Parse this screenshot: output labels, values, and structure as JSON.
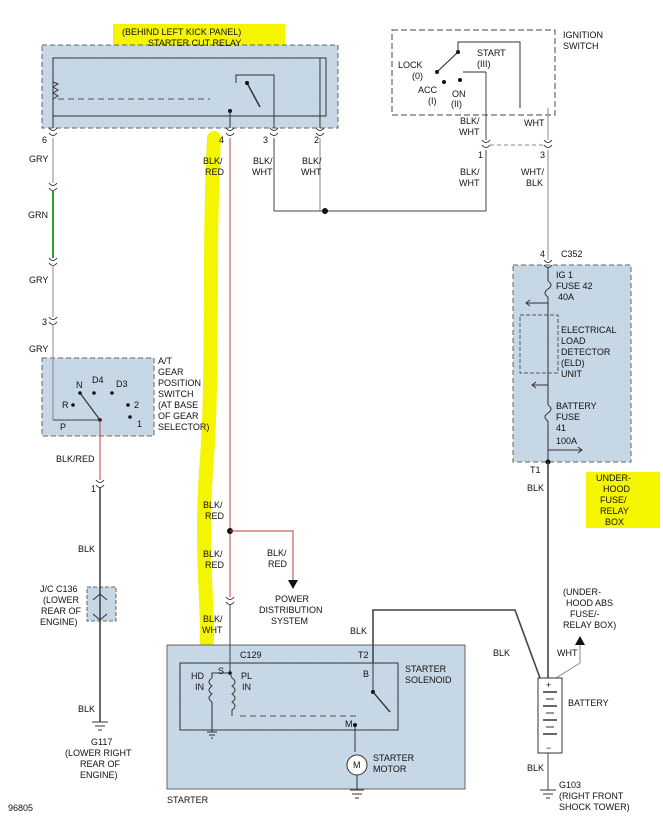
{
  "callouts": {
    "kick_panel": "(BEHIND LEFT KICK PANEL)",
    "relay_title": "STARTER CUT RELAY",
    "underhood_box": [
      "UNDER-",
      "HOOD",
      "FUSE/",
      "RELAY",
      "BOX"
    ]
  },
  "ignition": {
    "title": [
      "IGNITION",
      "SWITCH"
    ],
    "lock": "LOCK",
    "lock_num": "(0)",
    "acc": "ACC",
    "acc_num": "(I)",
    "on": "ON",
    "on_num": "(II)",
    "start": "START",
    "start_num": "(III)"
  },
  "relay_pins": [
    "6",
    "4",
    "3",
    "2"
  ],
  "wires": {
    "gry": "GRY",
    "grn": "GRN",
    "blk": "BLK",
    "blk_red": [
      "BLK/",
      "RED"
    ],
    "blk_wht": [
      "BLK/",
      "WHT"
    ],
    "wht": "WHT",
    "wht_blk": [
      "WHT/",
      "BLK"
    ],
    "blk_red_inline": "BLK/RED"
  },
  "connectors": {
    "ign_pin1": "1",
    "ign_pin3": "3",
    "c352_pin": "4",
    "c352": "C352",
    "pin3_gry": "3",
    "pin1_blk": "1",
    "c129": "C129",
    "t1": "T1",
    "t2": "T2"
  },
  "gear_switch": {
    "title": [
      "A/T",
      "GEAR",
      "POSITION",
      "SWITCH",
      "(AT BASE",
      "OF GEAR",
      "SELECTOR)"
    ],
    "n": "N",
    "d4": "D4",
    "d3": "D3",
    "r": "R",
    "two": "2",
    "one": "1",
    "p": "P"
  },
  "fuse_box": {
    "ig1": [
      "IG 1",
      "FUSE 42",
      "40A"
    ],
    "eld": [
      "ELECTRICAL",
      "LOAD",
      "DETECTOR",
      "(ELD)",
      "UNIT"
    ],
    "battery_fuse": [
      "BATTERY",
      "FUSE",
      "41",
      "100A"
    ]
  },
  "jc": [
    "J/C C136",
    "(LOWER",
    "REAR OF",
    "ENGINE)"
  ],
  "g117": [
    "G117",
    "(LOWER RIGHT",
    "REAR OF",
    "ENGINE)"
  ],
  "power_dist": [
    "POWER",
    "DISTRIBUTION",
    "SYSTEM"
  ],
  "abs_box": [
    "(UNDER-",
    "HOOD ABS",
    "FUSE/-",
    "RELAY BOX)"
  ],
  "starter": {
    "hd_in": [
      "HD",
      "IN"
    ],
    "pl_in": [
      "PL",
      "IN"
    ],
    "s": "S",
    "b": "B",
    "m": "M",
    "solenoid": [
      "STARTER",
      "SOLENOID"
    ],
    "motor": [
      "STARTER",
      "MOTOR"
    ],
    "motor_symbol": "M",
    "label": "STARTER"
  },
  "battery": {
    "label": "BATTERY",
    "plus": "+",
    "minus": "−"
  },
  "g103": [
    "G103",
    "(RIGHT FRONT",
    "SHOCK TOWER)"
  ],
  "figure_number": "96805"
}
